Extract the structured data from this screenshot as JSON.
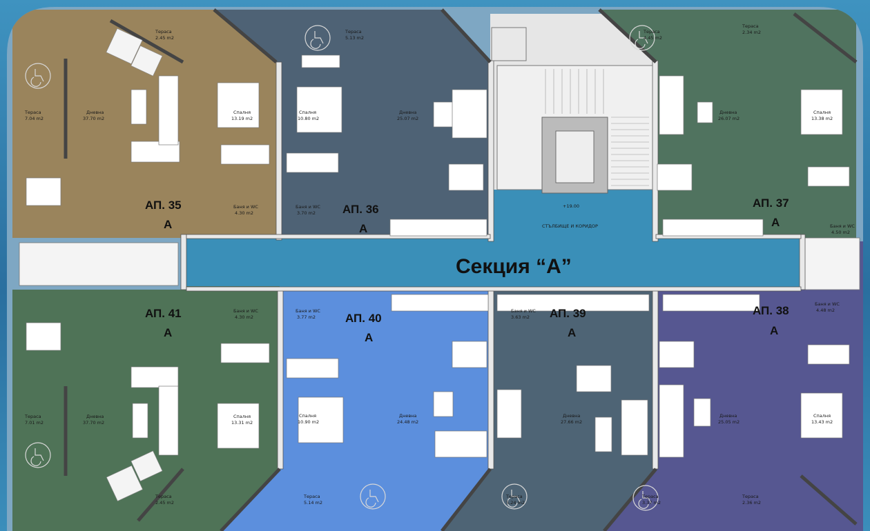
{
  "section": {
    "title": "Секция “А”",
    "corridor_label": "СТЪЛБИЩЕ И КОРИДОР",
    "level": "+19.00"
  },
  "apartments": [
    {
      "id": "35",
      "name": "АП. 35",
      "sub": "А",
      "rooms": [
        {
          "name": "Тераса",
          "area": "2.45 m2"
        },
        {
          "name": "Тераса",
          "area": "7.04 m2"
        },
        {
          "name": "Дневна",
          "area": "37.70 m2"
        },
        {
          "name": "Спалня",
          "area": "13.19 m2"
        },
        {
          "name": "Баня и WC",
          "area": "4.30 m2"
        }
      ]
    },
    {
      "id": "36",
      "name": "АП. 36",
      "sub": "А",
      "rooms": [
        {
          "name": "Тераса",
          "area": "5.13 m2"
        },
        {
          "name": "Спалня",
          "area": "10.80 m2"
        },
        {
          "name": "Дневна",
          "area": "25.07 m2"
        },
        {
          "name": "Баня и WC",
          "area": "3.70 m2"
        }
      ]
    },
    {
      "id": "37",
      "name": "АП. 37",
      "sub": "А",
      "rooms": [
        {
          "name": "Тераса",
          "area": "4.45 m2"
        },
        {
          "name": "Тераса",
          "area": "2.34 m2"
        },
        {
          "name": "Дневна",
          "area": "26.07 m2"
        },
        {
          "name": "Спалня",
          "area": "13.38 m2"
        },
        {
          "name": "Баня и WC",
          "area": "4.50 m2"
        }
      ]
    },
    {
      "id": "38",
      "name": "АП. 38",
      "sub": "А",
      "rooms": [
        {
          "name": "Баня и WC",
          "area": "4.48 m2"
        },
        {
          "name": "Дневна",
          "area": "25.05 m2"
        },
        {
          "name": "Спалня",
          "area": "13.43 m2"
        },
        {
          "name": "Тераса",
          "area": "3.37 m2"
        },
        {
          "name": "Тераса",
          "area": "2.36 m2"
        }
      ]
    },
    {
      "id": "39",
      "name": "АП. 39",
      "sub": "А",
      "rooms": [
        {
          "name": "Баня и WC",
          "area": "3.63 m2"
        },
        {
          "name": "Дневна",
          "area": "27.66 m2"
        },
        {
          "name": "Тераса",
          "area": "5.24 m2"
        }
      ]
    },
    {
      "id": "40",
      "name": "АП. 40",
      "sub": "А",
      "rooms": [
        {
          "name": "Баня и WC",
          "area": "3.77 m2"
        },
        {
          "name": "Спалня",
          "area": "10.90 m2"
        },
        {
          "name": "Дневна",
          "area": "24.48 m2"
        },
        {
          "name": "Тераса",
          "area": "5.14 m2"
        }
      ]
    },
    {
      "id": "41",
      "name": "АП. 41",
      "sub": "А",
      "rooms": [
        {
          "name": "Баня и WC",
          "area": "4.30 m2"
        },
        {
          "name": "Тераса",
          "area": "7.01 m2"
        },
        {
          "name": "Дневна",
          "area": "37.70 m2"
        },
        {
          "name": "Спалня",
          "area": "13.31 m2"
        },
        {
          "name": "Тераса",
          "area": "2.45 m2"
        }
      ]
    }
  ],
  "colors": {
    "apt35": "#9a845c",
    "apt36": "#4e6275",
    "apt37": "#50735f",
    "apt38": "#565791",
    "apt39": "#4e6475",
    "apt40": "#5c8fdd",
    "apt41": "#4f7357",
    "corridor": "#3a8fb8",
    "stair": "#e7e7e7",
    "terrace": "#6a8fa8"
  }
}
